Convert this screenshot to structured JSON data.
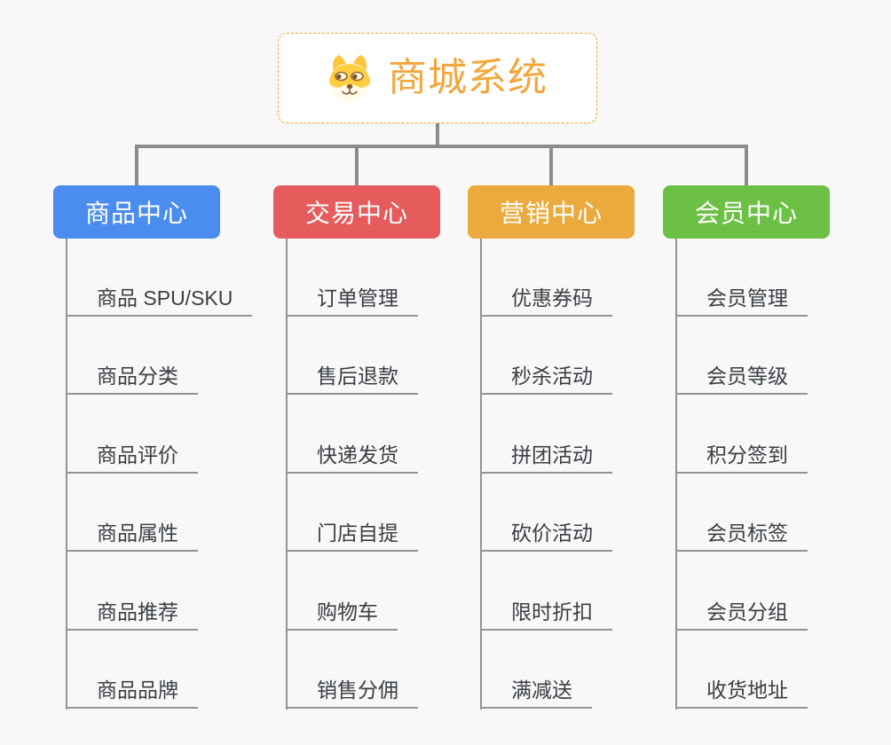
{
  "canvas": {
    "background": "#F8F8F8",
    "connector_color": "#8C8C8C",
    "branch_line_color": "#949494"
  },
  "root": {
    "title": "商城系统",
    "icon": "shiba-dog-face",
    "border_color": "#F5A93C",
    "text_color": "#F2A73D"
  },
  "centers": [
    {
      "label": "商品中心",
      "color": "#4B8DEE",
      "items": [
        "商品 SPU/SKU",
        "商品分类",
        "商品评价",
        "商品属性",
        "商品推荐",
        "商品品牌"
      ]
    },
    {
      "label": "交易中心",
      "color": "#E65C5C",
      "items": [
        "订单管理",
        "售后退款",
        "快递发货",
        "门店自提",
        "购物车",
        "销售分佣"
      ]
    },
    {
      "label": "营销中心",
      "color": "#EAAA3D",
      "items": [
        "优惠券码",
        "秒杀活动",
        "拼团活动",
        "砍价活动",
        "限时折扣",
        "满减送"
      ]
    },
    {
      "label": "会员中心",
      "color": "#6CC145",
      "items": [
        "会员管理",
        "会员等级",
        "积分签到",
        "会员标签",
        "会员分组",
        "收货地址"
      ]
    }
  ]
}
